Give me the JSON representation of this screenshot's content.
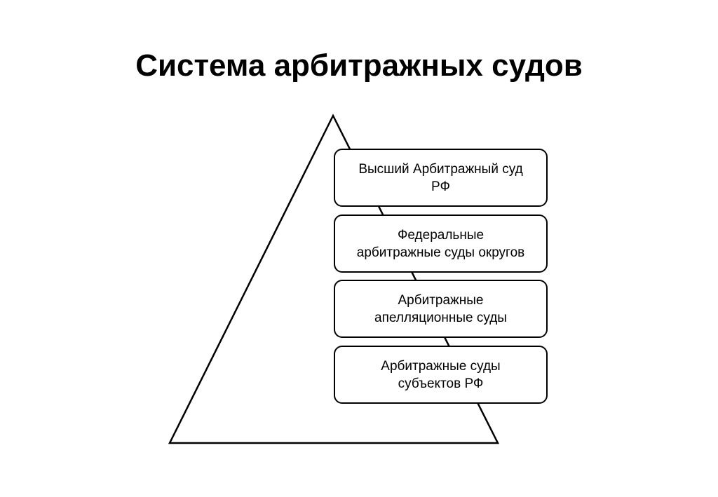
{
  "title": "Система арбитражных судов",
  "levels": [
    {
      "label": "Высший Арбитражный суд\nРФ"
    },
    {
      "label": "Федеральные\nарбитражные суды округов"
    },
    {
      "label": "Арбитражные\nапелляционные суды"
    },
    {
      "label": "Арбитражные суды\nсубъектов РФ"
    }
  ]
}
